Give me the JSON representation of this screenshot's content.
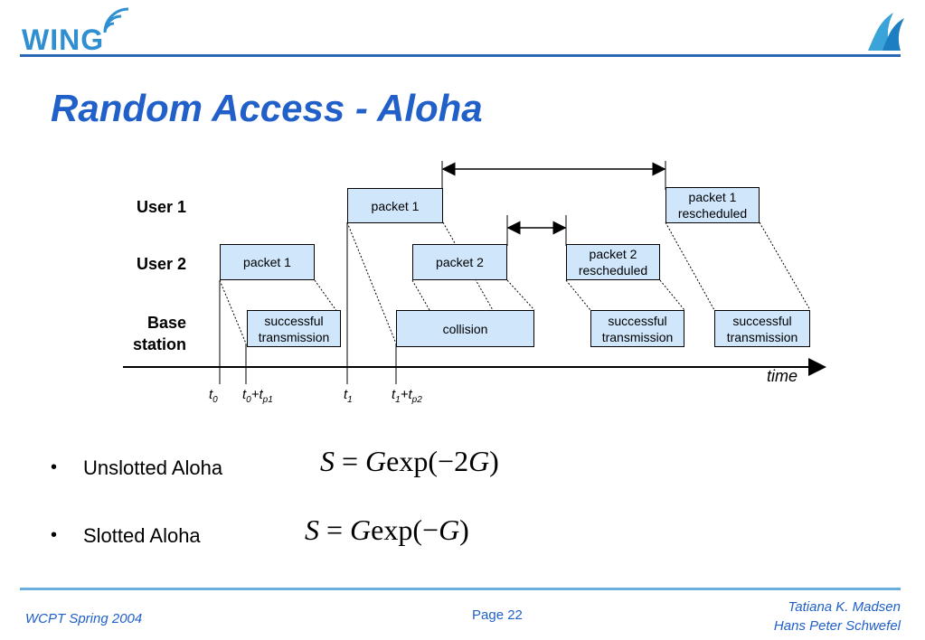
{
  "header": {
    "logo_text": "WING",
    "title": "Random Access - Aloha"
  },
  "diagram": {
    "row_labels": {
      "user1": "User 1",
      "user2": "User 2",
      "base_line1": "Base",
      "base_line2": "station"
    },
    "boxes": {
      "u1_packet1": "packet 1",
      "u1_rescheduled_l1": "packet 1",
      "u1_rescheduled_l2": "rescheduled",
      "u2_packet1": "packet 1",
      "u2_packet2": "packet 2",
      "u2_rescheduled_l1": "packet 2",
      "u2_rescheduled_l2": "rescheduled",
      "bs_success1_l1": "successful",
      "bs_success1_l2": "transmission",
      "bs_collision": "collision",
      "bs_success2_l1": "successful",
      "bs_success2_l2": "transmission",
      "bs_success3_l1": "successful",
      "bs_success3_l2": "transmission"
    },
    "time_label": "time",
    "ticks": {
      "t0_base": "t",
      "t0_sub": "0",
      "t0tp1_base": "t",
      "t0tp1_sub": "0",
      "t0tp1_plus": "+t",
      "t0tp1_sub2": "p1",
      "t1_base": "t",
      "t1_sub": "1",
      "t1tp2_base": "t",
      "t1tp2_sub": "1",
      "t1tp2_plus": "+t",
      "t1tp2_sub2": "p2"
    }
  },
  "bullets": [
    {
      "dot": "•",
      "label": "Unslotted Aloha",
      "formula": {
        "lhs": "S",
        "eq": "=",
        "g": "G",
        "fn": "exp(−2",
        "g2": "G",
        "close": ")"
      }
    },
    {
      "dot": "•",
      "label": "Slotted Aloha",
      "formula": {
        "lhs": "S",
        "eq": "=",
        "g": "G",
        "fn": "exp(−",
        "g2": "G",
        "close": ")"
      }
    }
  ],
  "footer": {
    "left": "WCPT Spring 2004",
    "page": "Page 22",
    "author1": "Tatiana K. Madsen",
    "author2": "Hans Peter Schwefel"
  },
  "colors": {
    "title": "#2060c8",
    "box_fill": "#cfe6fb",
    "rule_top": "#2b68b5",
    "rule_bottom": "#6aaedd"
  }
}
